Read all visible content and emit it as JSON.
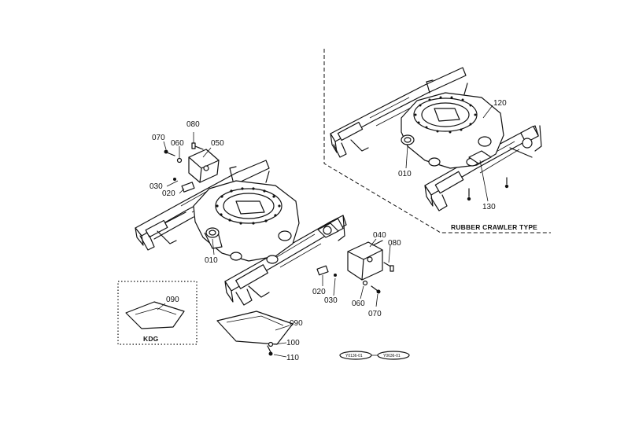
{
  "parts": {
    "p070_left": "070",
    "p060_left": "060",
    "p080_left": "080",
    "p050": "050",
    "p030_left": "030",
    "p020_left": "020",
    "p010_left": "010",
    "p040": "040",
    "p080_right": "080",
    "p020_mid": "020",
    "p030_mid": "030",
    "p060_mid": "060",
    "p070_mid": "070",
    "p090_kdg": "090",
    "p090_main": "090",
    "p100": "100",
    "p110": "110",
    "p120": "120",
    "p010_right": "010",
    "p130": "130"
  },
  "captions": {
    "kdg": "KDG",
    "rubber_crawler": "RUBBER CRAWLER TYPE"
  },
  "refs": {
    "ref_a": "Y0136-01",
    "ref_b": "Y0636-01"
  }
}
